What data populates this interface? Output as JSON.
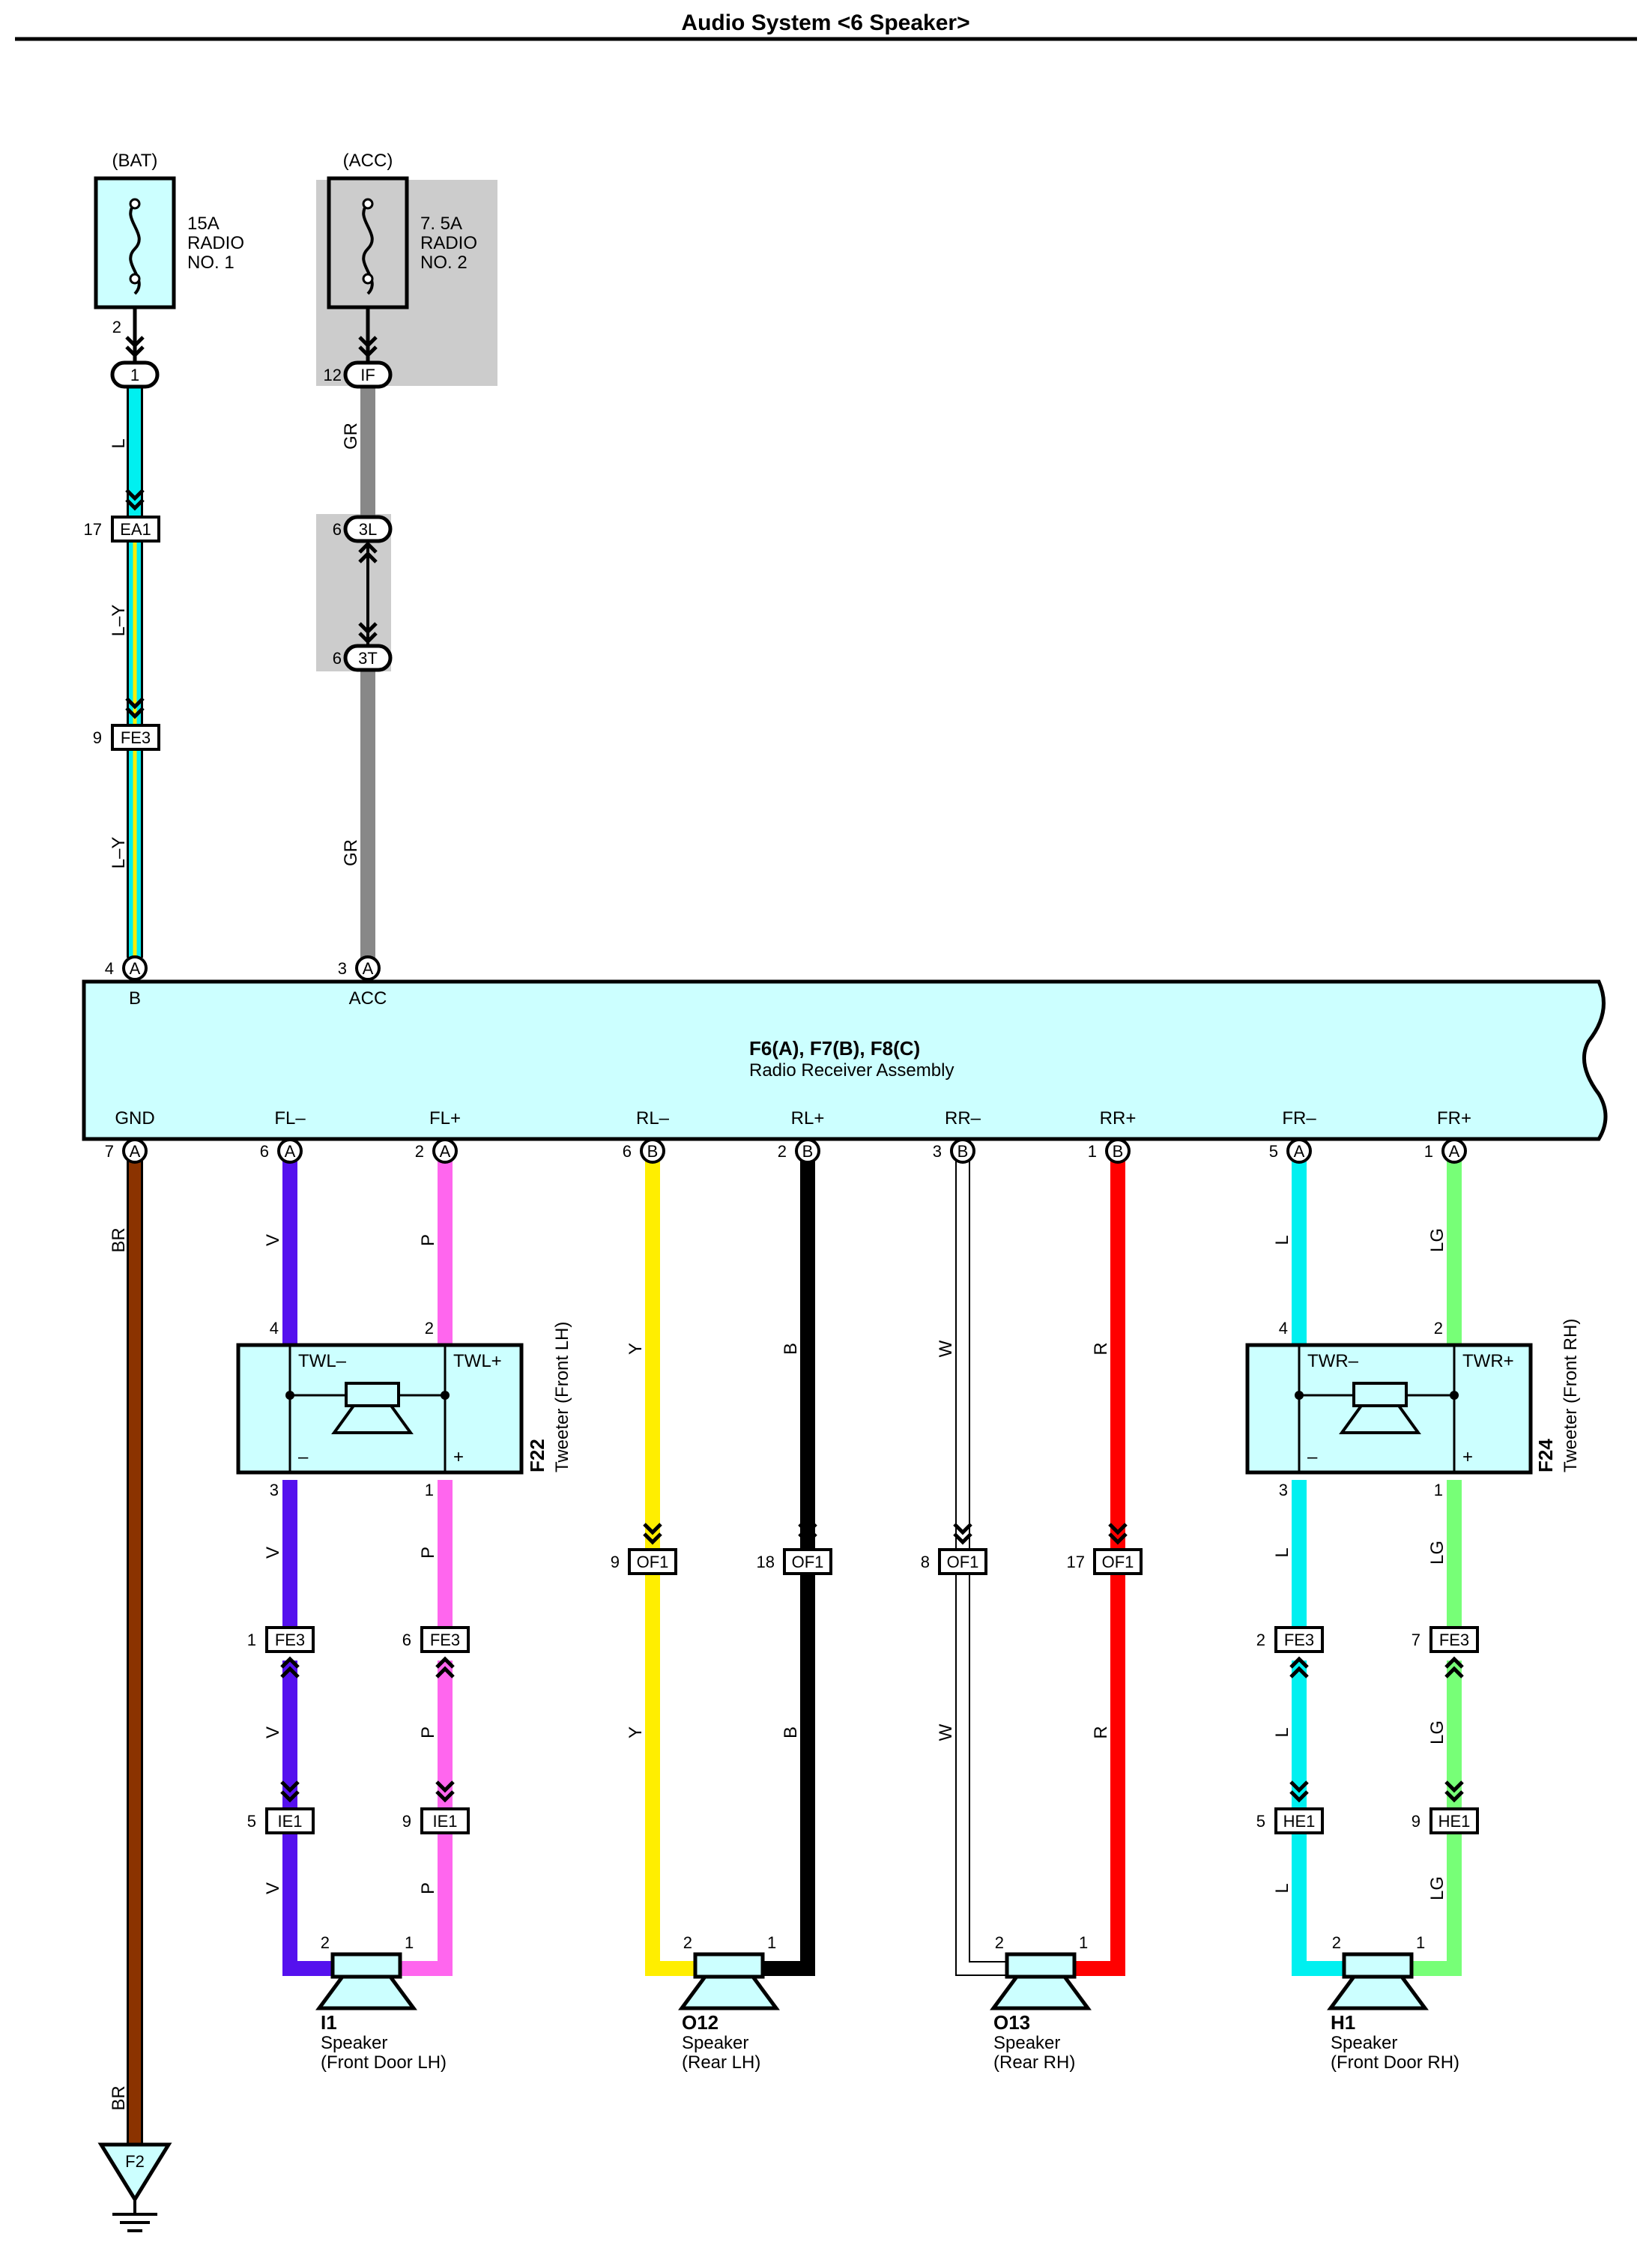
{
  "title": "Audio System <6 Speaker>",
  "colors": {
    "box_fill": "#ccffff",
    "shade": "#cccccc",
    "L": "#00f0f0",
    "Y": "#ffee00",
    "GR": "#888888",
    "BR": "#8b3300",
    "V": "#5511ee",
    "P": "#ff66ee",
    "B": "#000000",
    "W": "#ffffff",
    "R": "#ff0000",
    "LG": "#77ff77"
  },
  "fuses": [
    {
      "source": "(BAT)",
      "label": [
        "15A",
        "RADIO",
        "NO. 1"
      ],
      "pin": "2",
      "junction": "1"
    },
    {
      "source": "(ACC)",
      "label": [
        "7. 5A",
        "RADIO",
        "NO. 2"
      ],
      "junction": "IF",
      "junction_pin": "12"
    }
  ],
  "upper": {
    "bat": {
      "wire1": "L",
      "conn1": {
        "name": "EA1",
        "pin": "17"
      },
      "wire2": "L–Y",
      "conn2": {
        "name": "FE3",
        "pin": "9"
      },
      "wire3": "L–Y"
    },
    "acc": {
      "wire1": "GR",
      "conn1": {
        "name": "3L",
        "pin": "6"
      },
      "conn2": {
        "name": "3T",
        "pin": "6"
      },
      "wire2": "GR"
    }
  },
  "radio": {
    "title": "F6(A), F7(B), F8(C)",
    "subtitle": "Radio Receiver Assembly",
    "top_pins": [
      {
        "pin": "4",
        "conn": "A",
        "label": "B"
      },
      {
        "pin": "3",
        "conn": "A",
        "label": "ACC"
      }
    ],
    "bottom_pins": [
      {
        "pin": "7",
        "conn": "A",
        "label": "GND"
      },
      {
        "pin": "6",
        "conn": "A",
        "label": "FL–"
      },
      {
        "pin": "2",
        "conn": "A",
        "label": "FL+"
      },
      {
        "pin": "6",
        "conn": "B",
        "label": "RL–"
      },
      {
        "pin": "2",
        "conn": "B",
        "label": "RL+"
      },
      {
        "pin": "3",
        "conn": "B",
        "label": "RR–"
      },
      {
        "pin": "1",
        "conn": "B",
        "label": "RR+"
      },
      {
        "pin": "5",
        "conn": "A",
        "label": "FR–"
      },
      {
        "pin": "1",
        "conn": "A",
        "label": "FR+"
      }
    ]
  },
  "ground": {
    "wire": "BR",
    "name": "F2"
  },
  "tweeters": [
    {
      "id": "F22",
      "name": "Tweeter (Front LH)",
      "neg": "TWL–",
      "pos": "TWL+",
      "in_neg": "4",
      "in_pos": "2",
      "out_neg": "3",
      "out_pos": "1",
      "minus": "–",
      "plus": "+"
    },
    {
      "id": "F24",
      "name": "Tweeter (Front RH)",
      "neg": "TWR–",
      "pos": "TWR+",
      "in_neg": "4",
      "in_pos": "2",
      "out_neg": "3",
      "out_pos": "1",
      "minus": "–",
      "plus": "+"
    }
  ],
  "wires": {
    "fl_neg": "V",
    "fl_pos": "P",
    "rl_neg": "Y",
    "rl_pos": "B",
    "rr_neg": "W",
    "rr_pos": "R",
    "fr_neg": "L",
    "fr_pos": "LG"
  },
  "connectors": {
    "fe3_fl_neg": {
      "name": "FE3",
      "pin": "1"
    },
    "fe3_fl_pos": {
      "name": "FE3",
      "pin": "6"
    },
    "ie1_fl_neg": {
      "name": "IE1",
      "pin": "5"
    },
    "ie1_fl_pos": {
      "name": "IE1",
      "pin": "9"
    },
    "of1_rl_neg": {
      "name": "OF1",
      "pin": "9"
    },
    "of1_rl_pos": {
      "name": "OF1",
      "pin": "18"
    },
    "of1_rr_neg": {
      "name": "OF1",
      "pin": "8"
    },
    "of1_rr_pos": {
      "name": "OF1",
      "pin": "17"
    },
    "fe3_fr_neg": {
      "name": "FE3",
      "pin": "2"
    },
    "fe3_fr_pos": {
      "name": "FE3",
      "pin": "7"
    },
    "he1_fr_neg": {
      "name": "HE1",
      "pin": "5"
    },
    "he1_fr_pos": {
      "name": "HE1",
      "pin": "9"
    }
  },
  "speakers": [
    {
      "id": "I1",
      "name": "Speaker",
      "loc": "(Front Door LH)",
      "pin_neg": "2",
      "pin_pos": "1"
    },
    {
      "id": "O12",
      "name": "Speaker",
      "loc": "(Rear LH)",
      "pin_neg": "2",
      "pin_pos": "1"
    },
    {
      "id": "O13",
      "name": "Speaker",
      "loc": "(Rear RH)",
      "pin_neg": "2",
      "pin_pos": "1"
    },
    {
      "id": "H1",
      "name": "Speaker",
      "loc": "(Front Door RH)",
      "pin_neg": "2",
      "pin_pos": "1"
    }
  ]
}
